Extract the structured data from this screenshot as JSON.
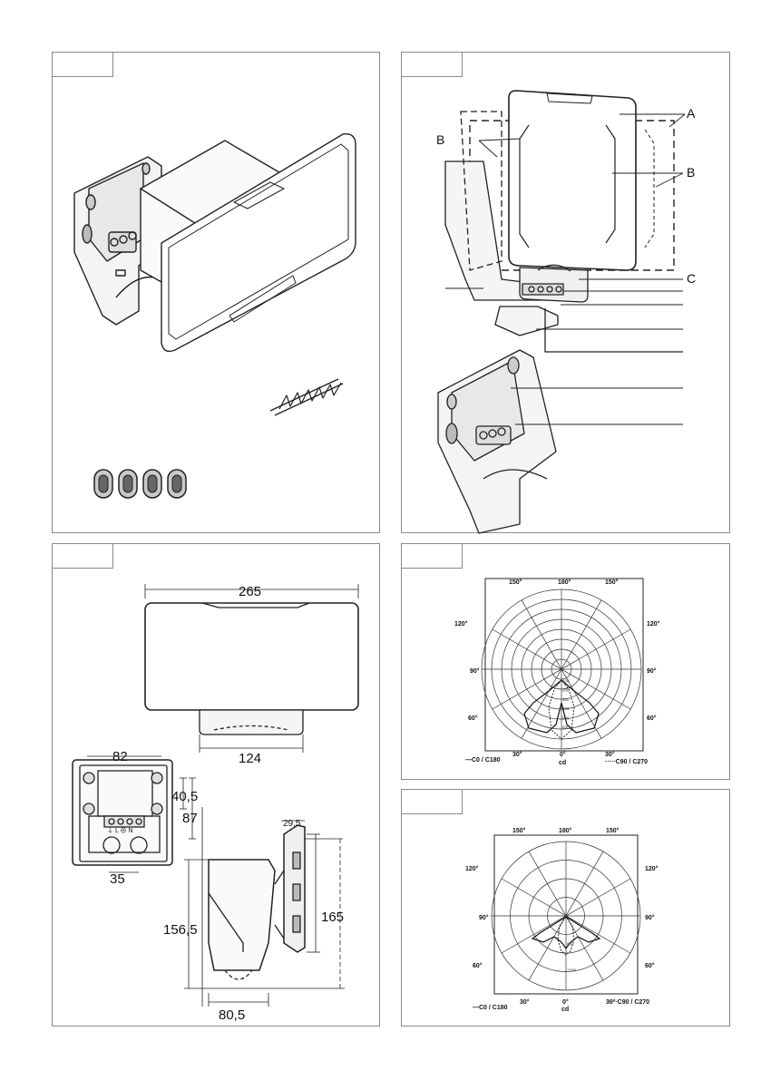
{
  "panel2": {
    "labels": {
      "a": "A",
      "b": "B",
      "c": "C"
    }
  },
  "panel3": {
    "dims": {
      "w265": "265",
      "w124": "124",
      "w82": "82",
      "h40": "40,5",
      "h87": "87",
      "w35": "35",
      "w29": "29,5",
      "h156": "156,5",
      "h165": "165",
      "w80": "80,5"
    },
    "terminal_text": "⏚ L ⊕ N"
  },
  "polar_top": {
    "angles": {
      "a150l": "150°",
      "a180": "180°",
      "a150r": "150°",
      "a120l": "120°",
      "a120r": "120°",
      "a90l": "90°",
      "a90r": "90°",
      "a60l": "60°",
      "a60r": "60°",
      "a30l": "30°",
      "a0": "0°",
      "a30r": "30°"
    },
    "unit": "cd",
    "legend_left": "—C0 / C180",
    "legend_right": "·····C90 / C270",
    "ring_values": [
      "100",
      "200",
      "300",
      "400",
      "500",
      "600"
    ]
  },
  "polar_bottom": {
    "angles": {
      "a150l": "150°",
      "a180": "180°",
      "a150r": "150°",
      "a120l": "120°",
      "a120r": "120°",
      "a90l": "90°",
      "a90r": "90°",
      "a60l": "60°",
      "a60r": "60°",
      "a30l": "30°",
      "a0": "0°",
      "a30r": "30°"
    },
    "unit": "cd",
    "legend_left": "—C0 / C180",
    "legend_right": "·····C90 / C270",
    "ring_values": [
      "800",
      "1200"
    ]
  }
}
